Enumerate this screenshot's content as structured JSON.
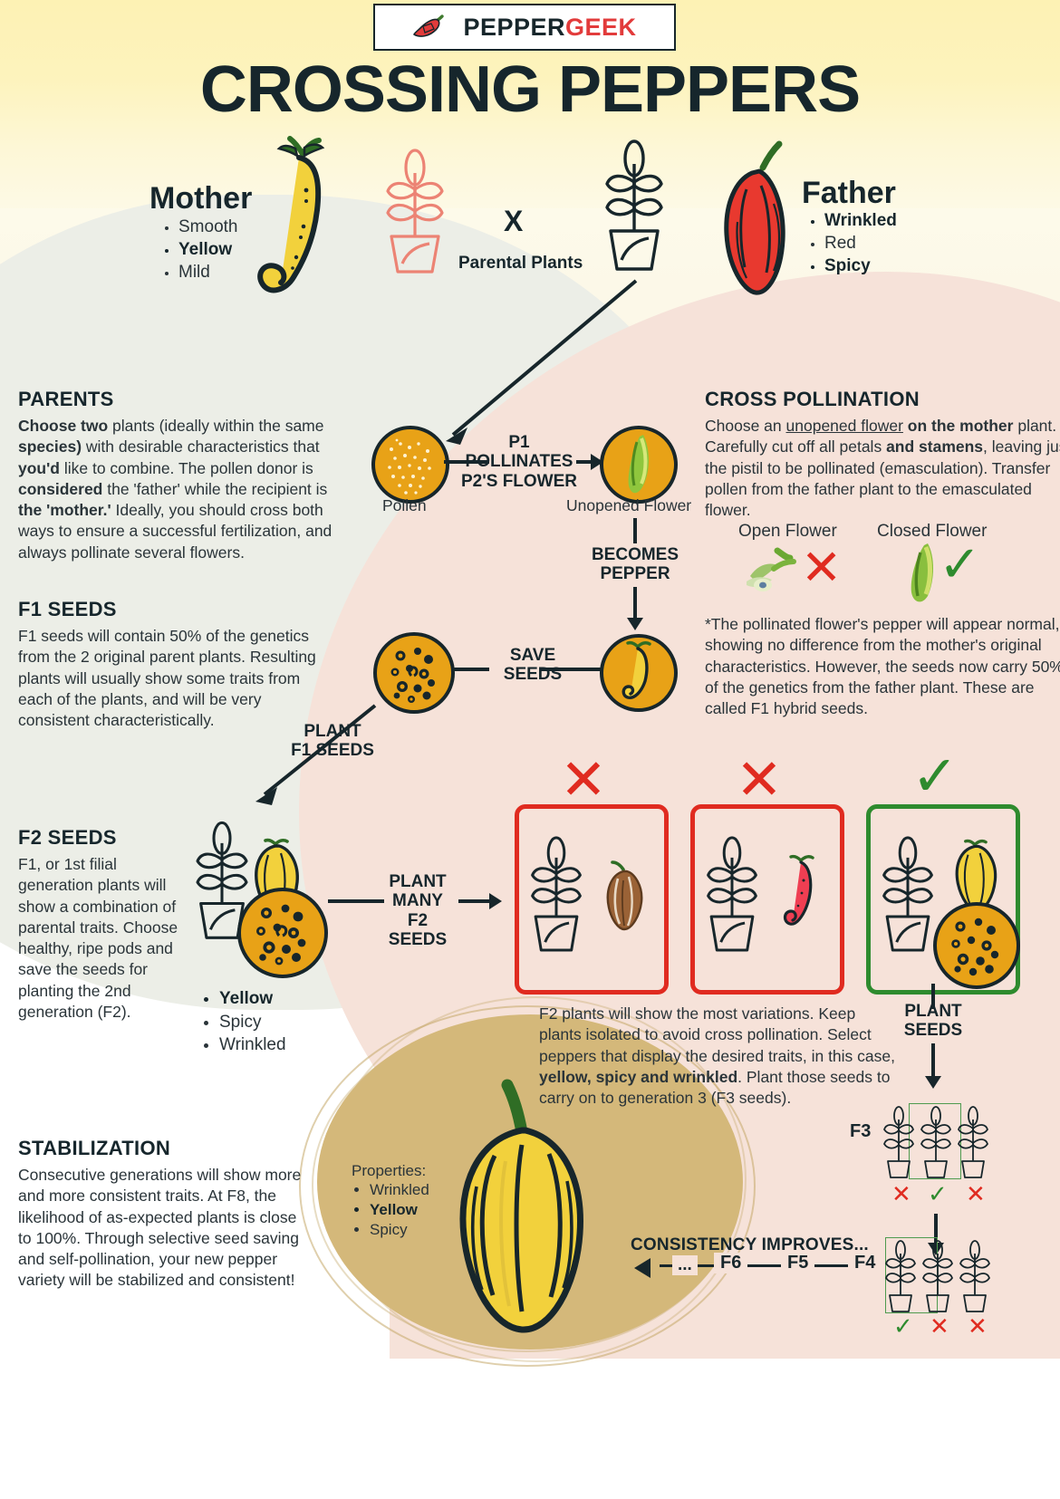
{
  "brand": {
    "part1": "PEPPER",
    "part2": "GEEK",
    "logo_icon": "chili-pepper-icon"
  },
  "title": "CROSSING PEPPERS",
  "parents_header": {
    "mother_label": "Mother",
    "mother_traits": [
      "Smooth",
      "Yellow",
      "Mild"
    ],
    "mother_bold_index": 1,
    "father_label": "Father",
    "father_traits": [
      "Wrinkled",
      "Red",
      "Spicy"
    ],
    "father_bold_indices": [
      0,
      2
    ],
    "cross_symbol": "X",
    "caption": "Parental Plants"
  },
  "sections": {
    "parents": {
      "heading": "PARENTS",
      "body": "Choose two plants (ideally within the same species) with desirable characteristics that you'd like to combine. The pollen donor is considered the 'father' while the recipient is the 'mother.' Ideally, you should cross both ways to ensure a successful fertilization, and always pollinate several flowers."
    },
    "f1_seeds": {
      "heading": "F1 SEEDS",
      "body": "F1 seeds will contain 50% of the genetics from the 2 original parent plants. Resulting plants will usually show some traits from each of the plants, and will be very consistent characteristically."
    },
    "f2_seeds": {
      "heading": "F2 SEEDS",
      "body": "F1, or 1st filial generation plants will show a combination of parental traits. Choose healthy, ripe pods and save the seeds for planting the 2nd generation (F2)."
    },
    "stabilization": {
      "heading": "STABILIZATION",
      "body": "Consecutive generations will show more and more consistent traits. At F8, the likelihood of as-expected plants is close to 100%. Through selective seed saving and self-pollination, your new pepper variety will be stabilized and consistent!"
    },
    "cross_pollination": {
      "heading": "CROSS POLLINATION",
      "body": "Choose an unopened flower on the mother plant. Carefully cut off all petals and stamens, leaving just the pistil to be pollinated (emasculation). Transfer pollen from the father plant to the emasculated flower.",
      "underlined_phrase": "unopened flower"
    },
    "f1_note": {
      "body": "*The pollinated flower's pepper will appear normal, showing no difference from the mother's original characteristics. However, the seeds now carry 50% of the genetics from the father plant. These are called F1 hybrid seeds."
    },
    "f2_note": {
      "body": "F2 plants will show the most variations. Keep plants isolated to avoid cross pollination. Select peppers that display the desired traits, in this case, yellow, spicy and wrinkled. Plant those seeds to carry on to generation 3 (F3 seeds).",
      "bold_phrase": "yellow, spicy and wrinkled"
    }
  },
  "flow": {
    "pollen_label": "Pollen",
    "unopened_flower_label": "Unopened Flower",
    "p1_pollinates": "P1\nPOLLINATES\nP2'S FLOWER",
    "p1_pollinates_lines": [
      "P1",
      "POLLINATES",
      "P2'S FLOWER"
    ],
    "becomes_pepper_lines": [
      "BECOMES",
      "PEPPER"
    ],
    "save_seeds_lines": [
      "SAVE",
      "SEEDS"
    ],
    "plant_f1_seeds_lines": [
      "PLANT",
      "F1 SEEDS"
    ],
    "plant_many_f2_lines": [
      "PLANT",
      "MANY",
      "F2 SEEDS"
    ],
    "plant_seeds_lines": [
      "PLANT",
      "SEEDS"
    ]
  },
  "flower_compare": {
    "open_label": "Open Flower",
    "open_mark": "✕",
    "closed_label": "Closed Flower",
    "closed_mark": "✓"
  },
  "outcome_boxes": [
    {
      "mark": "✕",
      "status": "reject",
      "pod": "brown-wrinkled-pod"
    },
    {
      "mark": "✕",
      "status": "reject",
      "pod": "red-smooth-pod"
    },
    {
      "mark": "✓",
      "status": "accept",
      "pod": "yellow-wrinkled-pod"
    }
  ],
  "f2_selected_traits": [
    "Yellow",
    "Spicy",
    "Wrinkled"
  ],
  "stabilized_pod": {
    "properties_label": "Properties:",
    "properties": [
      "Wrinkled",
      "Yellow",
      "Spicy"
    ],
    "bold_index": 1
  },
  "generations": {
    "f3_label": "F3",
    "f3_marks": [
      "✕",
      "✓",
      "✕"
    ],
    "f4_marks": [
      "✓",
      "✕",
      "✕"
    ],
    "consistency_label": "CONSISTENCY IMPROVES...",
    "timeline": [
      "...",
      "F6",
      "F5",
      "F4"
    ]
  },
  "colors": {
    "ink": "#17262b",
    "brand_red": "#e23b3b",
    "reject_red": "#e02b20",
    "accept_green": "#2e8b2e",
    "gold": "#e8a217",
    "yellow_pod": "#f5dc3c",
    "pink_bg": "#f6e2d9",
    "grey_bg": "#eceee7",
    "tan": "#d4b87a"
  }
}
